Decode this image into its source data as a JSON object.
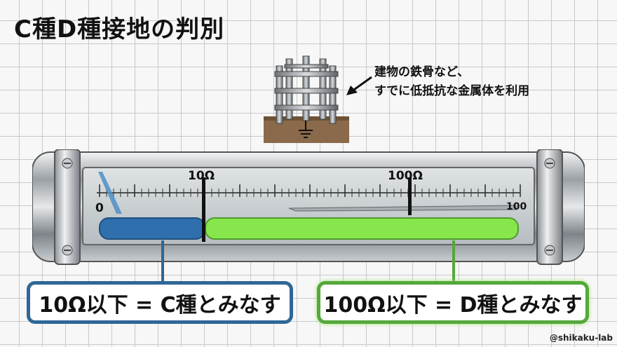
{
  "title": "C種D種接地の判別",
  "annotation": {
    "line1": "建物の鉄骨など、",
    "line2": "すでに低抵抗な金属体を利用"
  },
  "scale": {
    "labels": [
      "0",
      "10Ω",
      "100Ω"
    ],
    "right_end_label": "100",
    "c_threshold": "10Ω",
    "d_threshold": "100Ω"
  },
  "boxes": {
    "c_class": "10Ω以下 = C種とみなす",
    "d_class": "100Ω以下 = D種とみなす"
  },
  "credit": "@shikaku-lab",
  "colors": {
    "c_blue": "#2f6fae",
    "d_green": "#86e64c",
    "c_border": "#2e6796",
    "d_border": "#55a83b"
  }
}
